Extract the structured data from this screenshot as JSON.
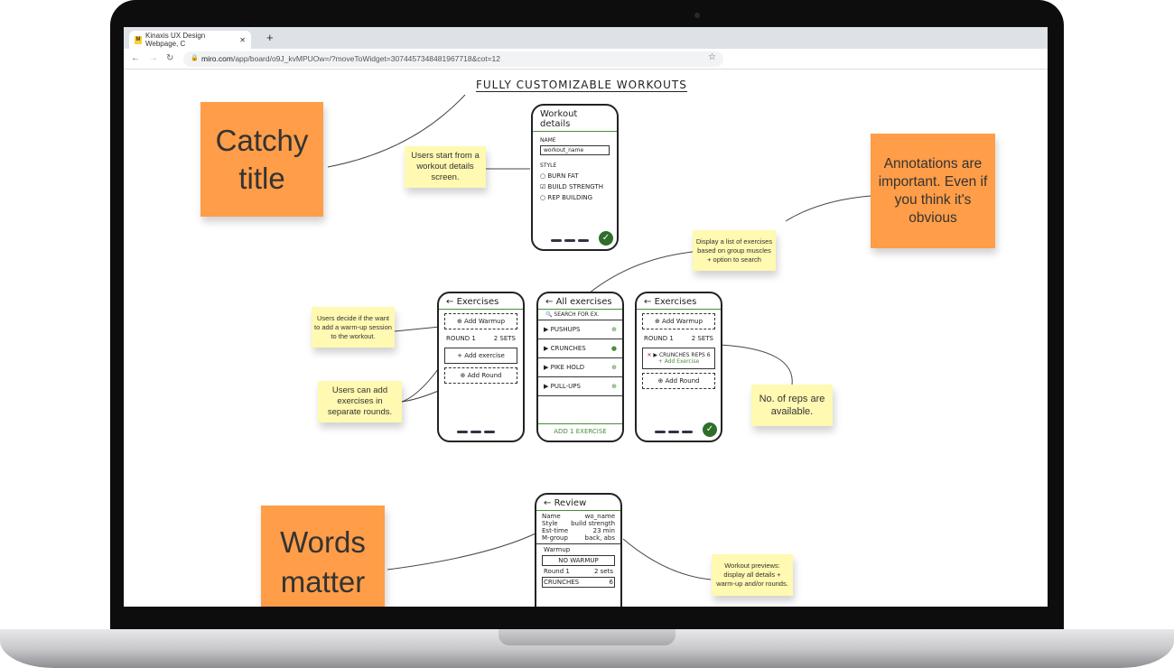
{
  "browser": {
    "tab_title": "Kinaxis UX Design Webpage, C",
    "favicon": "miro-icon",
    "url_host": "miro.com",
    "url_path": "/app/board/o9J_kvMPUOw=/?moveToWidget=3074457348481967718&cot=12"
  },
  "board": {
    "title": "FULLY CUSTOMIZABLE WORKOUTS",
    "orange_notes": [
      "Catchy title",
      "Annotations are important. Even if you think it's obvious",
      "Words matter"
    ],
    "yellow_notes": [
      "Users start from a workout details screen.",
      "Display a list of exercises based on group muscles + option to search",
      "Users decide if the want to add a warm-up session to the workout.",
      "Users can add exercises in separate rounds.",
      "No. of reps are available.",
      "Workout previews: display all details + warm-up and/or rounds."
    ],
    "details": {
      "title": "Workout details",
      "name_label": "NAME",
      "name_value": "workout_name",
      "style_label": "STYLE",
      "options": [
        "BURN FAT",
        "BUILD STRENGTH",
        "REP BUILDING"
      ]
    },
    "exercises": {
      "title": "Exercises",
      "warmup": "Add Warmup",
      "round": "ROUND 1",
      "sets": "2 SETS",
      "add_exercise": "+ Add exercise",
      "add_round": "Add Round"
    },
    "all": {
      "title": "All exercises",
      "search": "SEARCH FOR EX.",
      "items": [
        "PUSHUPS",
        "CRUNCHES",
        "PIKE HOLD",
        "PULL-UPS"
      ],
      "footer": "ADD 1 EXERCISE"
    },
    "exercises2": {
      "title": "Exercises",
      "warmup": "Add Warmup",
      "round": "ROUND 1",
      "sets": "2 SETS",
      "item": "CRUNCHES",
      "reps": "REPS 6",
      "add_exercise": "+ Add Exercise",
      "add_round": "Add Round"
    },
    "review": {
      "title": "Review",
      "rows": [
        [
          "Name",
          "wo_name"
        ],
        [
          "Style",
          "build strength"
        ],
        [
          "Est-time",
          "23 min"
        ],
        [
          "M-group",
          "back, abs"
        ]
      ],
      "warmup_label": "Warmup",
      "warmup_value": "NO WARMUP",
      "round": "Round 1",
      "sets": "2 sets",
      "item": "CRUNCHES",
      "item_reps": "6"
    }
  }
}
